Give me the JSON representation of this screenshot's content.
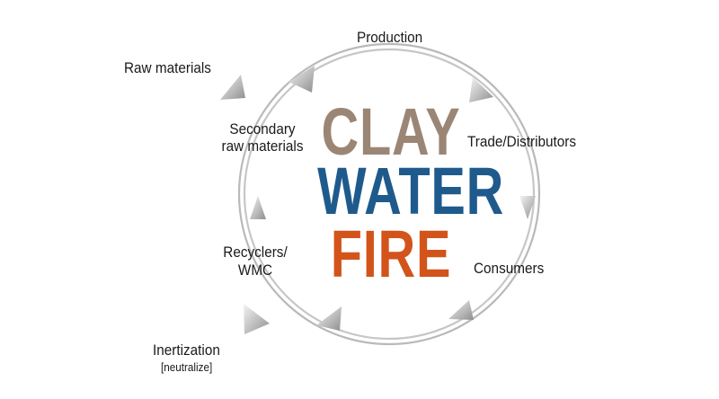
{
  "labels": {
    "production": "Production",
    "raw_materials": "Raw materials",
    "secondary_1": "Secondary",
    "secondary_2": "raw materials",
    "trade": "Trade/Distributors",
    "consumers": "Consumers",
    "recyclers_1": "Recyclers/",
    "recyclers_2": "WMC",
    "inertization": "Inertization",
    "neutralize": "[neutralize]"
  },
  "center_words": [
    "CLAY",
    "WATER",
    "FIRE"
  ],
  "colors": {
    "clay": "#a08b7a",
    "water": "#1f5a8c",
    "fire": "#d2541a",
    "ring": "#b9b9b9",
    "arrow": "#a9a9a9"
  }
}
